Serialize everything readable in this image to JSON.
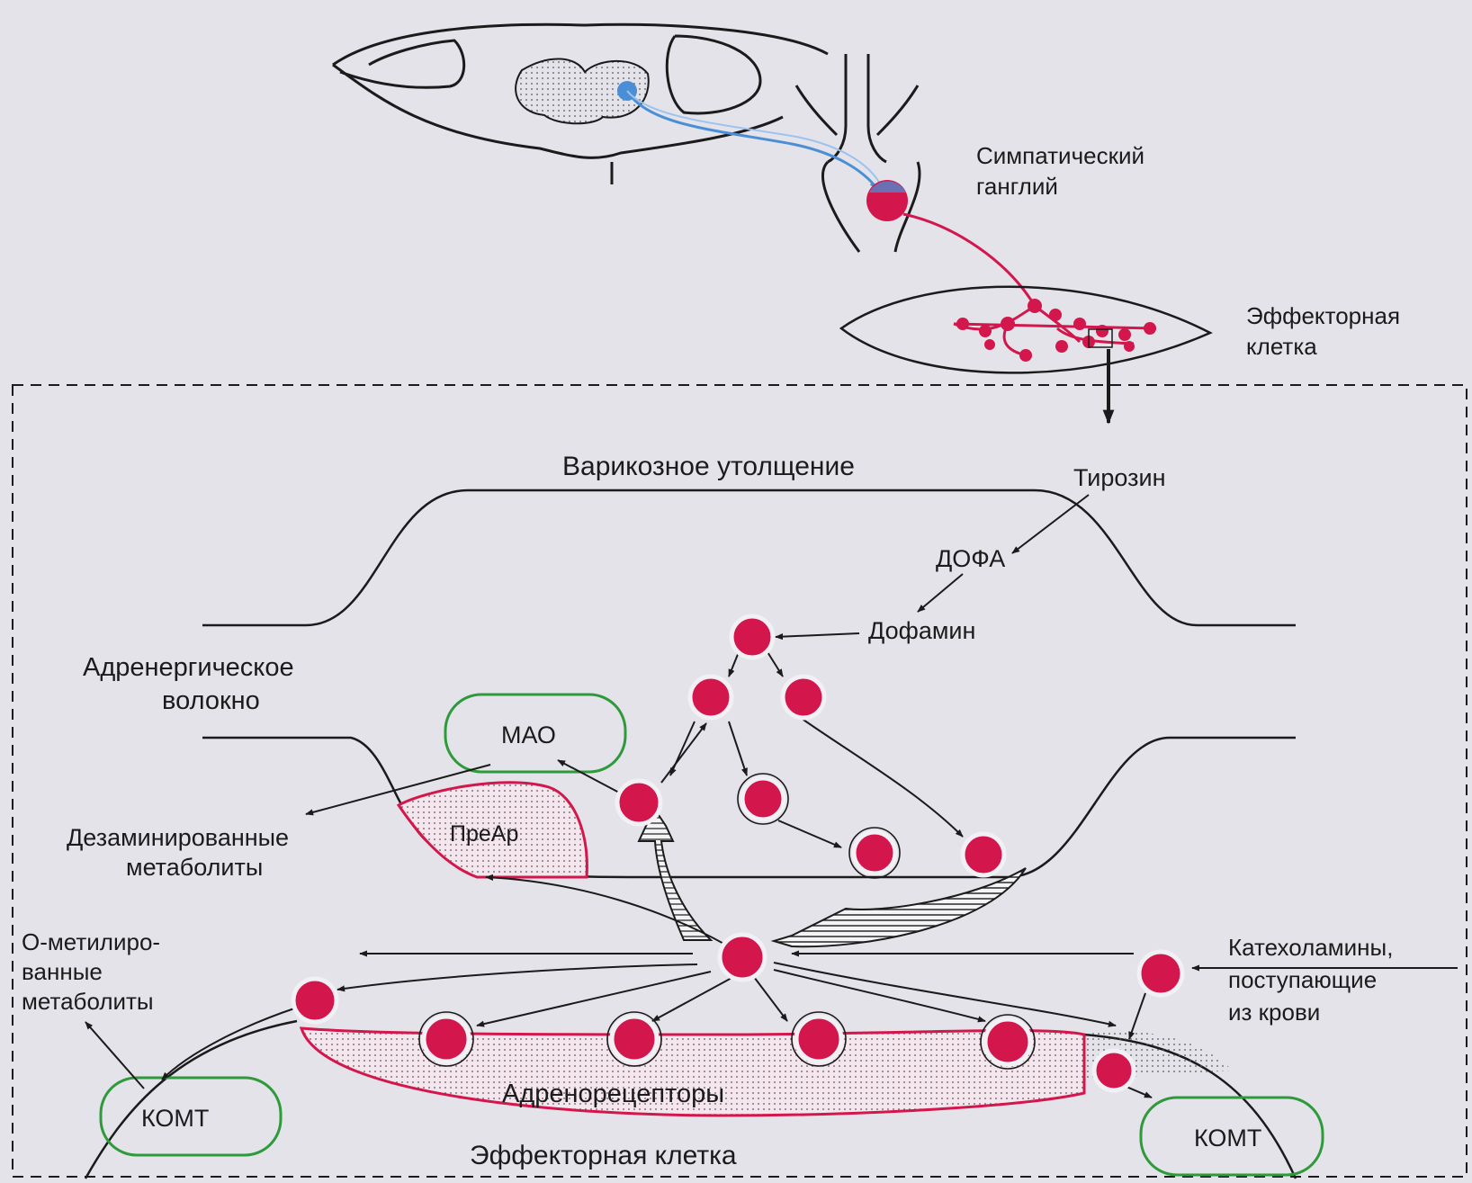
{
  "labels": {
    "sympathetic_ganglion": [
      "Симпатический",
      "ганглий"
    ],
    "effector_cell_top": [
      "Эффекторная",
      "клетка"
    ],
    "varicosity": "Варикозное утолщение",
    "tyrosine": "Тирозин",
    "dopa": "ДОФА",
    "dopamine": "Дофамин",
    "adrenergic_fiber": [
      "Адренергическое",
      "волокно"
    ],
    "mao": "МАО",
    "prear": "ПреАр",
    "deaminated": [
      "Дезаминированные",
      "метаболиты"
    ],
    "o_methylated": [
      "О-метилиро-",
      "ванные",
      "метаболиты"
    ],
    "catecholamines": [
      "Катехоламины,",
      "поступающие",
      "из крови"
    ],
    "adrenoreceptors": "Адренорецепторы",
    "comt_left": "КОМТ",
    "comt_right": "КОМТ",
    "effector_cell_bottom": "Эффекторная клетка"
  },
  "colors": {
    "background": "#e4e3ea",
    "vesicle_fill": "#d3174c",
    "vesicle_ring": "#f1f0f4",
    "preganglionic_neuron": "#4a8fd6",
    "postganglionic_fiber": "#d3174c",
    "enzyme_outline": "#2e9a3b",
    "receptor_outline": "#d3174c",
    "line": "#1b1b1b"
  }
}
